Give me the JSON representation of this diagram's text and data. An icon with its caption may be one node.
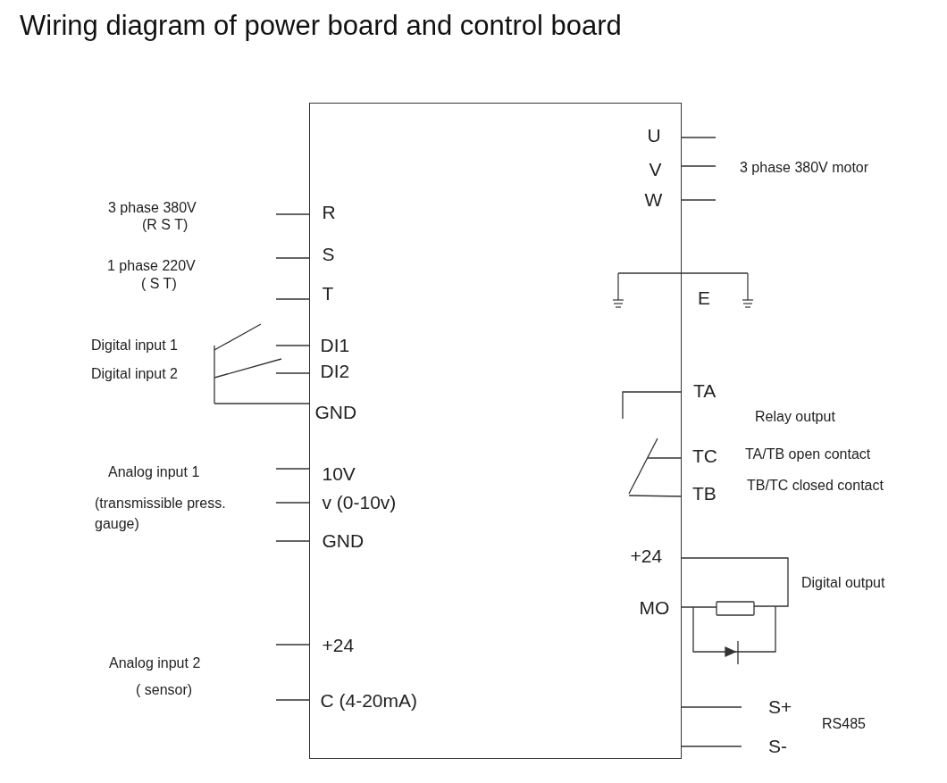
{
  "diagram": {
    "title": "Wiring diagram of power board and control board",
    "nodes": [
      {
        "text": [],
        "shape": "box"
      },
      {
        "text": [
          "U"
        ],
        "in": 0
      },
      {
        "text": [
          "V"
        ],
        "in": 0
      },
      {
        "text": [
          "W"
        ],
        "in": 0
      },
      {
        "text": [
          "R"
        ],
        "in": 0
      },
      {
        "text": [
          "S"
        ],
        "in": 0
      },
      {
        "text": [
          "T"
        ],
        "in": 0
      },
      {
        "text": [
          "E"
        ]
      },
      {
        "text": [
          "DI1"
        ],
        "in": 0
      },
      {
        "text": [
          "DI2"
        ],
        "in": 0
      },
      {
        "text": [
          "GND"
        ],
        "in": 0
      },
      {
        "text": [
          "TA"
        ]
      },
      {
        "text": [
          "TC"
        ]
      },
      {
        "text": [
          "TB"
        ]
      },
      {
        "text": [
          "10V"
        ],
        "in": 0
      },
      {
        "text": [
          "v (0-10v)"
        ],
        "in": 0
      },
      {
        "text": [
          "GND"
        ],
        "in": 0
      },
      {
        "text": [
          "+24"
        ],
        "in": 0
      },
      {
        "text": [
          "MO"
        ],
        "in": 0
      },
      {
        "text": [
          "+24"
        ],
        "in": 0
      },
      {
        "text": [
          "C (4-20mA)"
        ],
        "in": 0
      },
      {
        "text": [
          "S+"
        ]
      },
      {
        "text": [
          "S-"
        ]
      }
    ],
    "edges": [
      {
        "from": 0,
        "to": 21,
        "arrow": "none"
      },
      {
        "from": 0,
        "to": 22,
        "arrow": "none"
      }
    ],
    "labels": [
      "3 phase 380V motor",
      "3 phase 380V",
      "(R S T)",
      "1 phase 220V",
      "( S T)",
      "Digital input 1",
      "Digital input 2",
      "Relay output",
      "TA/TB open contact",
      "TB/TC closed contact",
      "Analog input 1",
      "(transmissible press. gauge)",
      "Digital output",
      "Analog input 2",
      "( sensor)",
      "RS485"
    ]
  }
}
